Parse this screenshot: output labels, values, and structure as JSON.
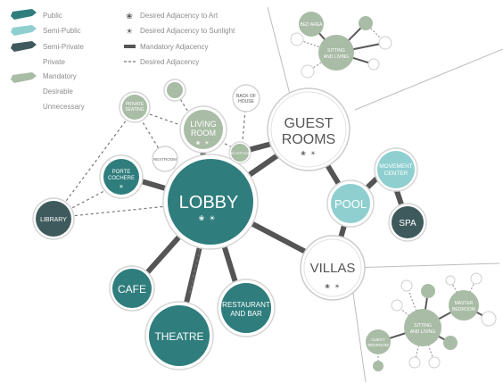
{
  "legend": {
    "items": [
      {
        "label": "Public",
        "color": "#2f7d7d"
      },
      {
        "label": "Semi-Public",
        "color": "#8fcfd0"
      },
      {
        "label": "Semi-Private",
        "color": "#3f5a5c"
      },
      {
        "label": "Private",
        "color": ""
      },
      {
        "label": "Mandatory",
        "color": "#a9bca6"
      },
      {
        "label": "Desirable",
        "color": ""
      },
      {
        "label": "Unnecessary",
        "color": ""
      }
    ],
    "keys": [
      {
        "label": "Desired Adjacency to Art",
        "icon": "art-icon"
      },
      {
        "label": "Desired Adjacency to Sunlight",
        "icon": "sun-icon"
      },
      {
        "label": "Mandatory Adjacency",
        "icon": "mandatory-line-icon"
      },
      {
        "label": "Desired Adjacency",
        "icon": "desired-line-icon"
      }
    ]
  },
  "nodes": {
    "lobby": "LOBBY",
    "guest_rooms_1": "GUEST",
    "guest_rooms_2": "ROOMS",
    "villas": "VILLAS",
    "pool": "POOL",
    "spa": "SPA",
    "movement_center_1": "MOVEMENT",
    "movement_center_2": "CENTER",
    "library": "LIBRARY",
    "cafe": "CAFE",
    "theatre": "THEATRE",
    "restaurant_1": "RESTAURANT",
    "restaurant_2": "AND BAR",
    "living_room_1": "LIVING",
    "living_room_2": "ROOM",
    "porte_cochere_1": "PORTE",
    "porte_cochere_2": "COCHERE",
    "private_seating_1": "PRIVATE",
    "private_seating_2": "SEATING",
    "back_of_house_1": "BACK OF",
    "back_of_house_2": "HOUSE",
    "restroom": "RESTROOM",
    "reception": "RECEPTION",
    "bed_area": "BED AREA",
    "sitting_living_1": "SITTING",
    "sitting_living_2": "AND LIVING",
    "villa_sitting_1": "SITTING",
    "villa_sitting_2": "AND LIVING",
    "master_bedroom_1": "MASTER",
    "master_bedroom_2": "BEDROOM",
    "guest_bedroom_1": "GUEST",
    "guest_bedroom_2": "BEDROOM"
  },
  "colors": {
    "public": "#2f7d7d",
    "semi_public": "#8fcfd0",
    "semi_private": "#3f5a5c",
    "mandatory": "#a9bca6",
    "line": "#555555",
    "ring": "#d5d5d5"
  }
}
